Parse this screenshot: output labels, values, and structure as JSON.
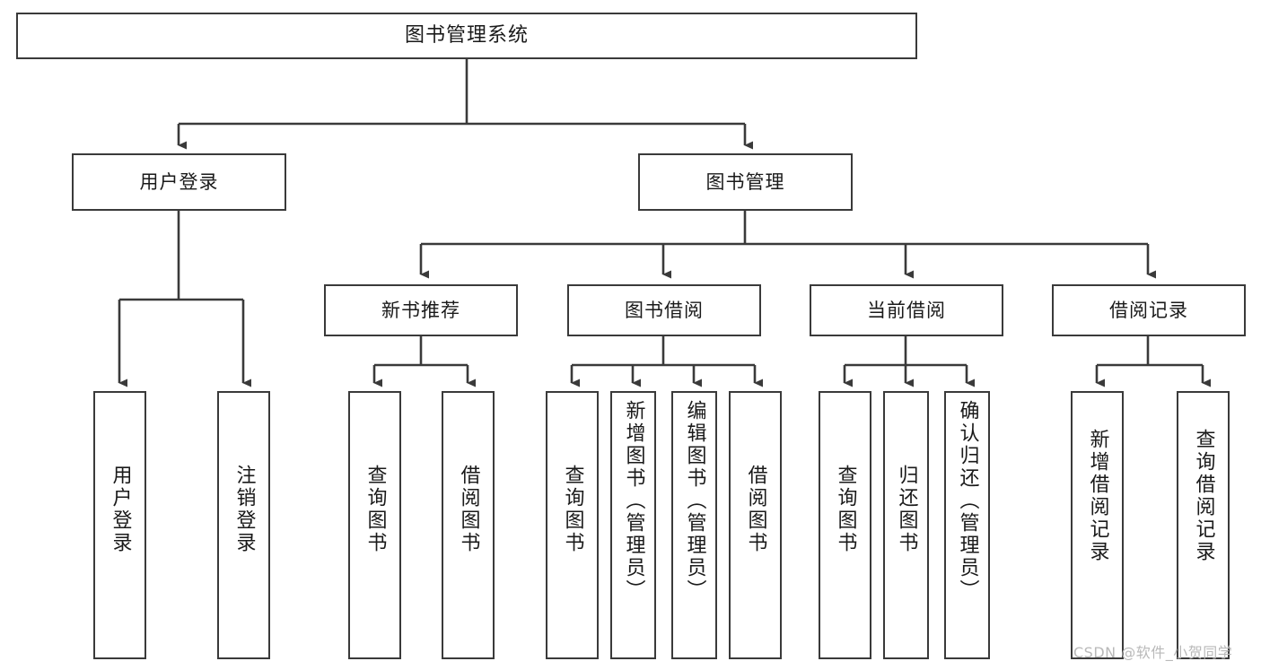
{
  "diagram": {
    "title": "图书管理系统",
    "type": "function-structure-tree",
    "orientation": "top-down",
    "stroke_color": "#3a3a3a",
    "fill_color": "#ffffff",
    "text_color": "#1a1a1a"
  },
  "nodes": {
    "root": {
      "label": "图书管理系统"
    },
    "level2": [
      {
        "id": "user-login",
        "label": "用户登录"
      },
      {
        "id": "book-manage",
        "label": "图书管理"
      }
    ],
    "level3": [
      {
        "id": "new-book-recommend",
        "label": "新书推荐"
      },
      {
        "id": "book-borrow",
        "label": "图书借阅"
      },
      {
        "id": "current-borrow",
        "label": "当前借阅"
      },
      {
        "id": "borrow-record",
        "label": "借阅记录"
      }
    ],
    "leaves": {
      "user_login": [
        {
          "id": "leaf-user-login",
          "label": "用户登录"
        },
        {
          "id": "leaf-logout",
          "label": "注销登录"
        }
      ],
      "new_book_recommend": [
        {
          "id": "leaf-query-book-1",
          "label": "查询图书"
        },
        {
          "id": "leaf-borrow-book-1",
          "label": "借阅图书"
        }
      ],
      "book_borrow": [
        {
          "id": "leaf-query-book-2",
          "label": "查询图书"
        },
        {
          "id": "leaf-add-book",
          "label": "新增图书（管理员）"
        },
        {
          "id": "leaf-edit-book",
          "label": "编辑图书（管理员）"
        },
        {
          "id": "leaf-borrow-book-2",
          "label": "借阅图书"
        }
      ],
      "current_borrow": [
        {
          "id": "leaf-query-book-3",
          "label": "查询图书"
        },
        {
          "id": "leaf-return-book",
          "label": "归还图书"
        },
        {
          "id": "leaf-confirm-return",
          "label": "确认归还（管理员）"
        }
      ],
      "borrow_record": [
        {
          "id": "leaf-add-record",
          "label": "新增借阅记录"
        },
        {
          "id": "leaf-query-record",
          "label": "查询借阅记录"
        }
      ]
    }
  },
  "watermark": {
    "text": "CSDN @软件_小贺同学"
  }
}
